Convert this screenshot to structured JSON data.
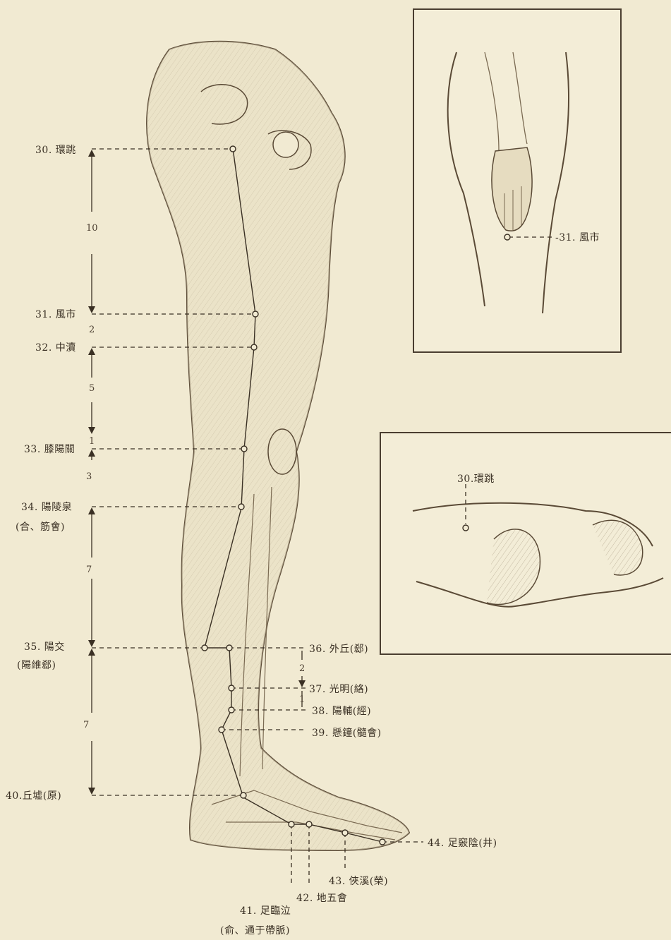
{
  "points": {
    "p30": "30. 環跳",
    "p31": "31. 風市",
    "p32": "32. 中瀆",
    "p33": "33. 膝陽關",
    "p34": "34. 陽陵泉",
    "p34_note": "(合、筋會)",
    "p35": "35. 陽交",
    "p35_note": "(陽維郄)",
    "p36": "36. 外丘(郄)",
    "p37": "37. 光明(絡)",
    "p38": "38. 陽輔(經)",
    "p39": "39. 懸鐘(髓會)",
    "p40": "40.丘墟(原)",
    "p41": "41. 足臨泣",
    "p41_note": "(俞、通于帶脈)",
    "p42": "42. 地五會",
    "p43": "43. 俠溪(榮)",
    "p44": "44. 足竅陰(井)"
  },
  "measures": {
    "m10": "10",
    "m2a": "2",
    "m5": "5",
    "m1a": "1",
    "m3": "3",
    "m7a": "7",
    "m2b": "2",
    "m1b": "1",
    "m7b": "7"
  },
  "insets": {
    "thigh_label": "-31. 風市",
    "hip_label": "30.環跳"
  }
}
